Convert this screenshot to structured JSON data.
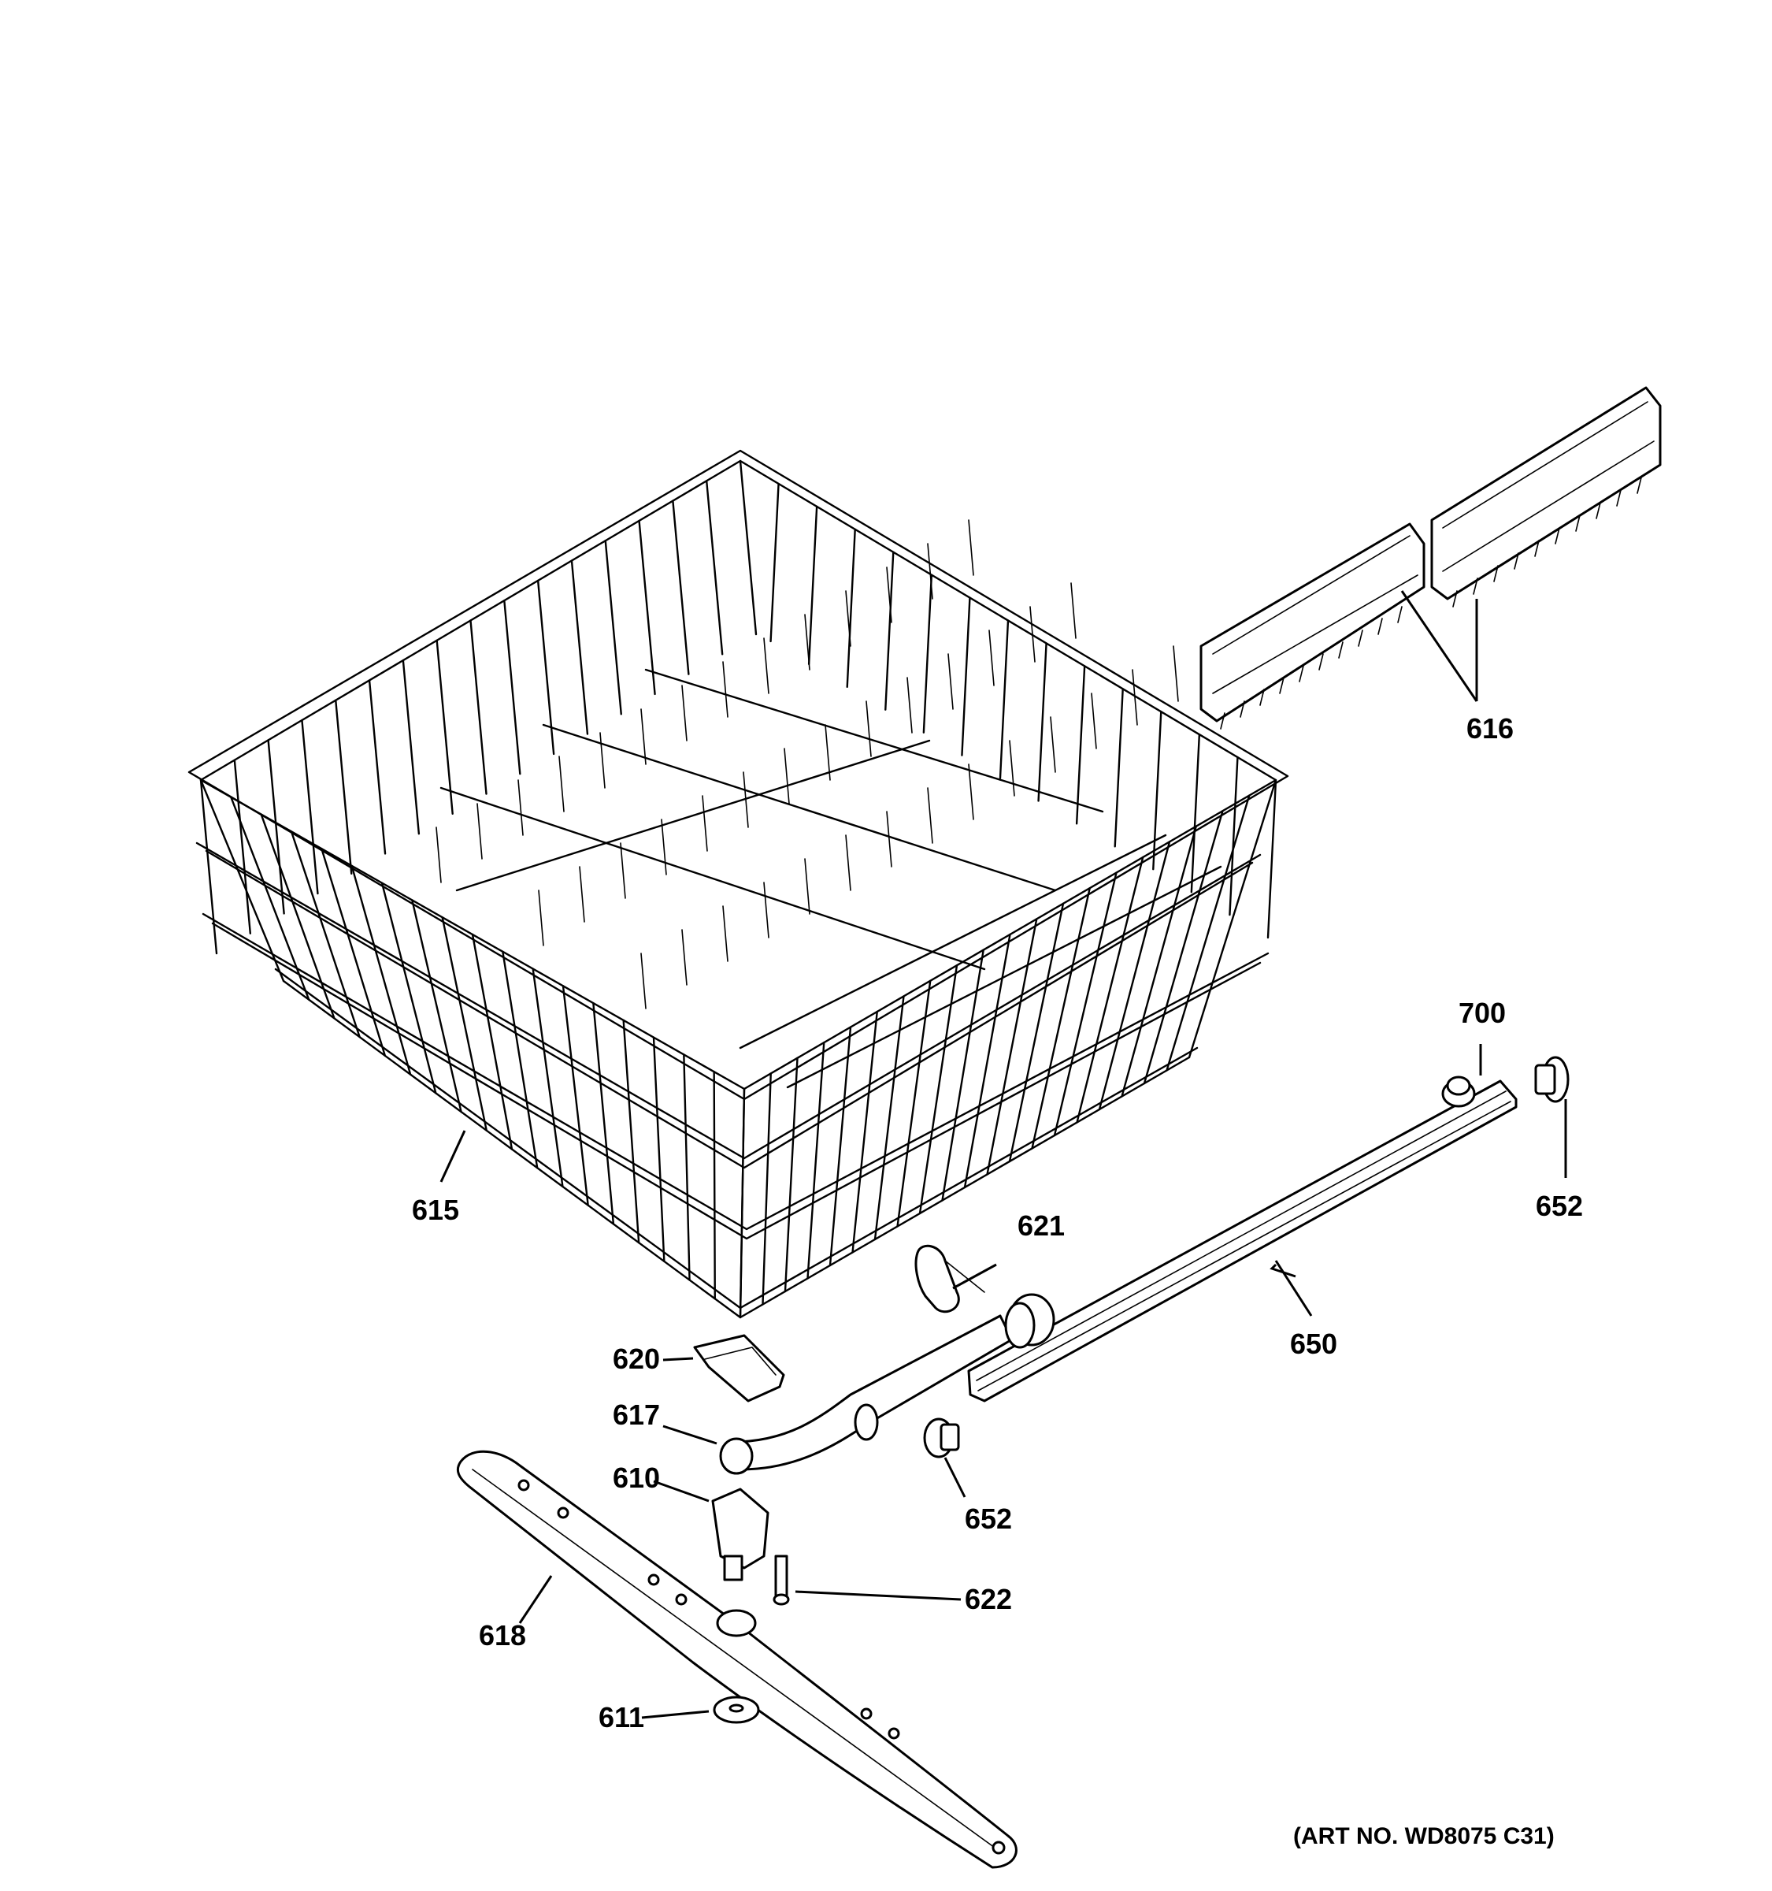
{
  "art_number": "(ART NO. WD8075 C31)",
  "callouts": {
    "c615": "615",
    "c616": "616",
    "c700": "700",
    "c652a": "652",
    "c621": "621",
    "c650": "650",
    "c620": "620",
    "c617": "617",
    "c652b": "652",
    "c610": "610",
    "c622": "622",
    "c618": "618",
    "c611": "611"
  }
}
